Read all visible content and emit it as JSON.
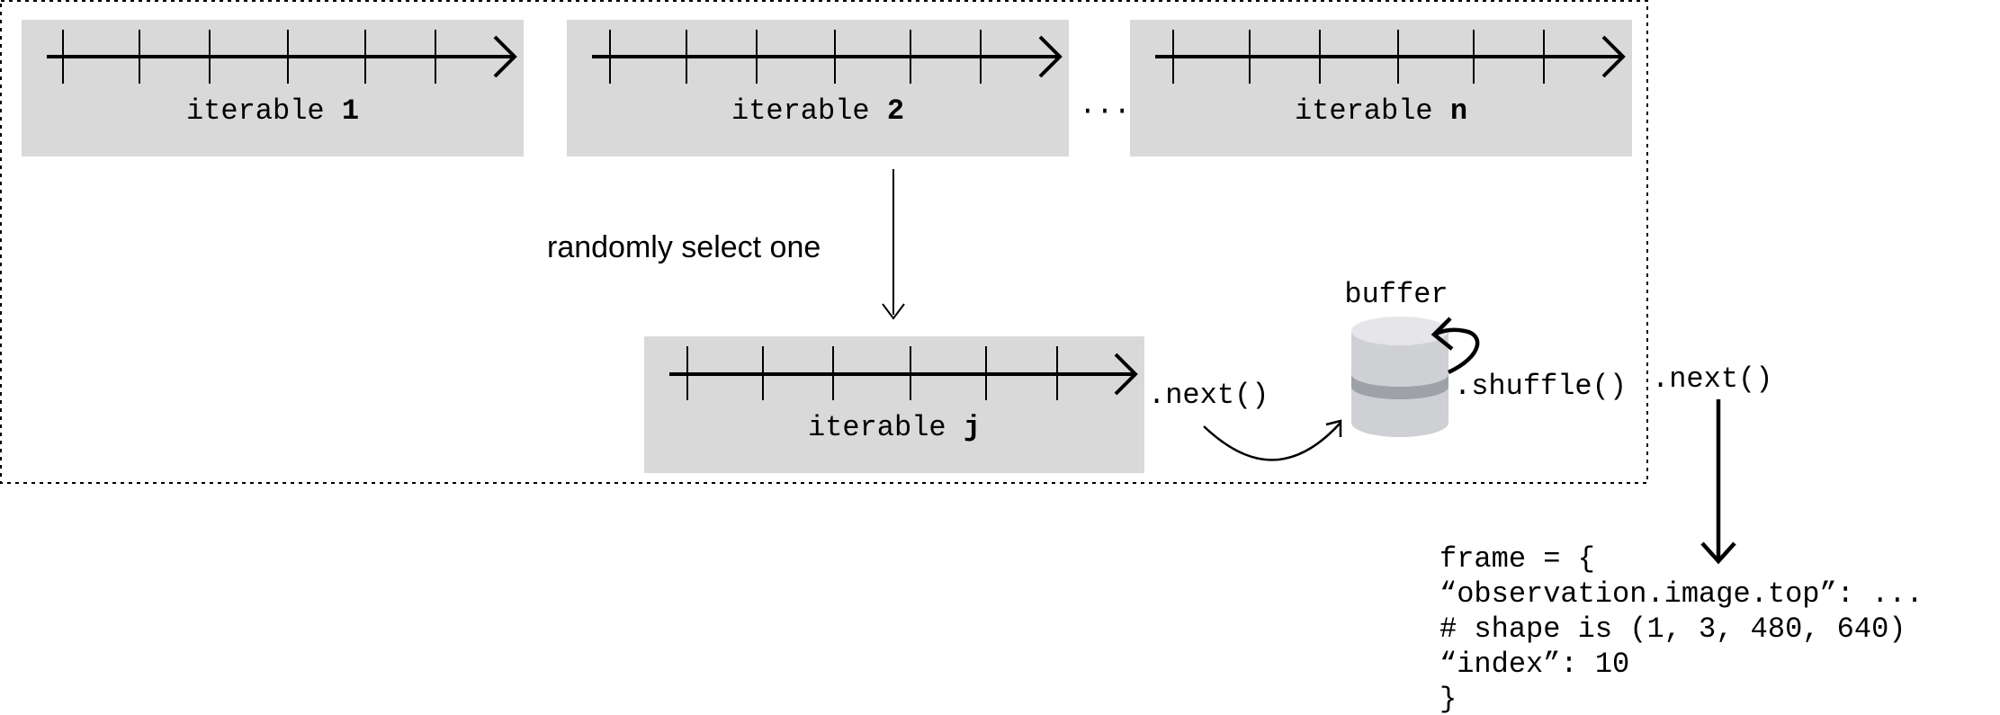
{
  "iterables": [
    {
      "prefix": "iterable",
      "index": "1"
    },
    {
      "prefix": "iterable",
      "index": "2"
    },
    {
      "prefix": "iterable",
      "index": "n"
    }
  ],
  "ellipsis": "···",
  "select_label": "randomly select one",
  "selected_iterable": {
    "prefix": "iterable",
    "index": "j"
  },
  "next_label_inner": ".next()",
  "buffer_label": "buffer",
  "shuffle_label": ".shuffle()",
  "next_label_outer": ".next()",
  "frame_lines": [
    "frame = {",
    "“observation.image.top”: ...",
    "# shape is (1, 3, 480, 640)",
    "“index”: 10",
    "}"
  ],
  "colors": {
    "box_fill": "#d9d9d9",
    "stroke": "#000000",
    "db_top": "#e6e6ea",
    "db_body": "#cfd0d4",
    "db_band": "#9fa1a8"
  }
}
